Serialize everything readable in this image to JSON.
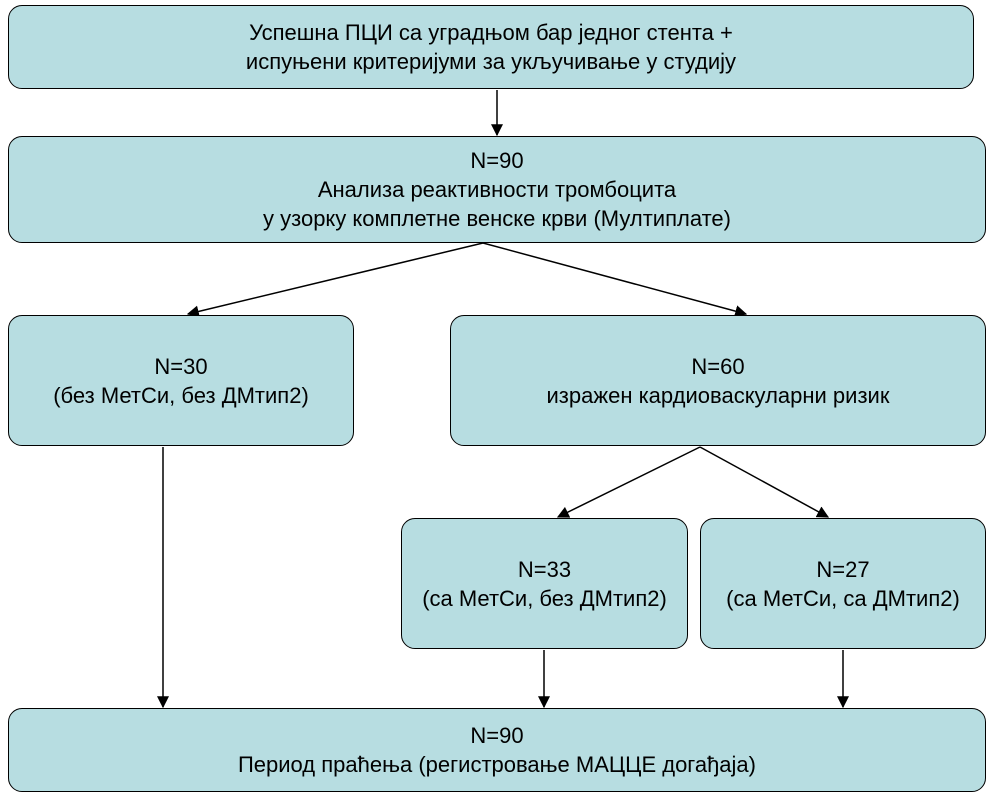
{
  "diagram": {
    "box_fill": "#b7dde1",
    "line_color": "#000000",
    "nodes": {
      "enrollment": {
        "lines": [
          "Успешна ПЦИ са уградњом бар једног стента +",
          "испуњени критеријуми за укључивање у студију"
        ]
      },
      "analysis": {
        "lines": [
          "N=90",
          "Анализа реактивности тромбоцита",
          "у узорку комплетне венске крви (Мултиплате)"
        ]
      },
      "no_risk": {
        "lines": [
          "N=30",
          "(без МетСи, без ДМтип2)"
        ]
      },
      "cv_risk": {
        "lines": [
          "N=60",
          "изражен кардиоваскуларни ризик"
        ]
      },
      "mets_no_dm": {
        "lines": [
          "N=33",
          "(са МетСи, без ДМтип2)"
        ]
      },
      "mets_dm": {
        "lines": [
          "N=27",
          "(са МетСи, са ДМтип2)"
        ]
      },
      "followup": {
        "lines": [
          "N=90",
          "Период праћења (регистровање МАЦЦЕ догађаја)"
        ]
      }
    }
  }
}
